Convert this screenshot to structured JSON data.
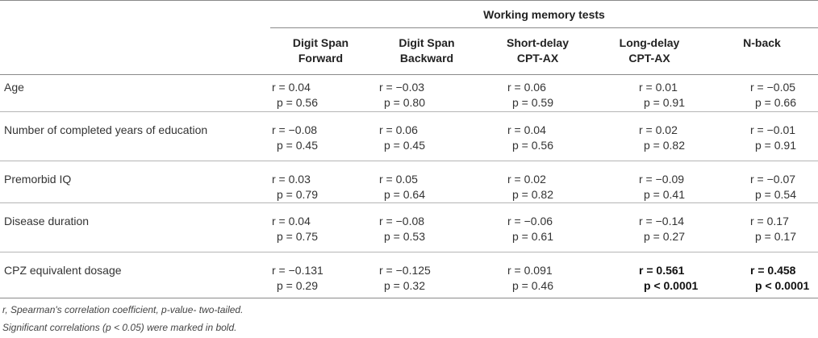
{
  "table": {
    "group_header": "Working memory tests",
    "columns": [
      "Digit Span\nForward",
      "Digit Span\nBackward",
      "Short-delay\nCPT-AX",
      "Long-delay\nCPT-AX",
      "N-back"
    ],
    "rows": [
      {
        "label": "Age",
        "cells": [
          {
            "r": "r = 0.04",
            "p": "p = 0.56",
            "bold": false
          },
          {
            "r": "r = −0.03",
            "p": "p = 0.80",
            "bold": false
          },
          {
            "r": "r = 0.06",
            "p": "p = 0.59",
            "bold": false
          },
          {
            "r": "r = 0.01",
            "p": "p = 0.91",
            "bold": false
          },
          {
            "r": "r = −0.05",
            "p": "p = 0.66",
            "bold": false
          }
        ]
      },
      {
        "label": "Number of completed years of education",
        "cells": [
          {
            "r": "r = −0.08",
            "p": "p = 0.45",
            "bold": false
          },
          {
            "r": "r = 0.06",
            "p": "p = 0.45",
            "bold": false
          },
          {
            "r": "r = 0.04",
            "p": "p = 0.56",
            "bold": false
          },
          {
            "r": "r = 0.02",
            "p": "p = 0.82",
            "bold": false
          },
          {
            "r": "r = −0.01",
            "p": "p = 0.91",
            "bold": false
          }
        ]
      },
      {
        "label": "Premorbid IQ",
        "cells": [
          {
            "r": "r = 0.03",
            "p": "p = 0.79",
            "bold": false
          },
          {
            "r": "r = 0.05",
            "p": "p = 0.64",
            "bold": false
          },
          {
            "r": "r = 0.02",
            "p": "p = 0.82",
            "bold": false
          },
          {
            "r": "r = −0.09",
            "p": "p = 0.41",
            "bold": false
          },
          {
            "r": "r = −0.07",
            "p": "p = 0.54",
            "bold": false
          }
        ]
      },
      {
        "label": "Disease duration",
        "cells": [
          {
            "r": "r = 0.04",
            "p": "p = 0.75",
            "bold": false
          },
          {
            "r": "r = −0.08",
            "p": "p = 0.53",
            "bold": false
          },
          {
            "r": "r = −0.06",
            "p": "p = 0.61",
            "bold": false
          },
          {
            "r": "r = −0.14",
            "p": "p = 0.27",
            "bold": false
          },
          {
            "r": "r = 0.17",
            "p": "p = 0.17",
            "bold": false
          }
        ]
      },
      {
        "label": "CPZ equivalent dosage",
        "cells": [
          {
            "r": "r = −0.131",
            "p": "p = 0.29",
            "bold": false
          },
          {
            "r": "r = −0.125",
            "p": "p = 0.32",
            "bold": false
          },
          {
            "r": "r = 0.091",
            "p": "p = 0.46",
            "bold": false
          },
          {
            "r": "r = 0.561",
            "p": "p < 0.0001",
            "bold": true
          },
          {
            "r": "r = 0.458",
            "p": "p < 0.0001",
            "bold": true
          }
        ]
      }
    ]
  },
  "footnotes": [
    "r, Spearman's correlation coefficient, p-value- two-tailed.",
    "Significant correlations (p < 0.05) were marked in bold."
  ]
}
